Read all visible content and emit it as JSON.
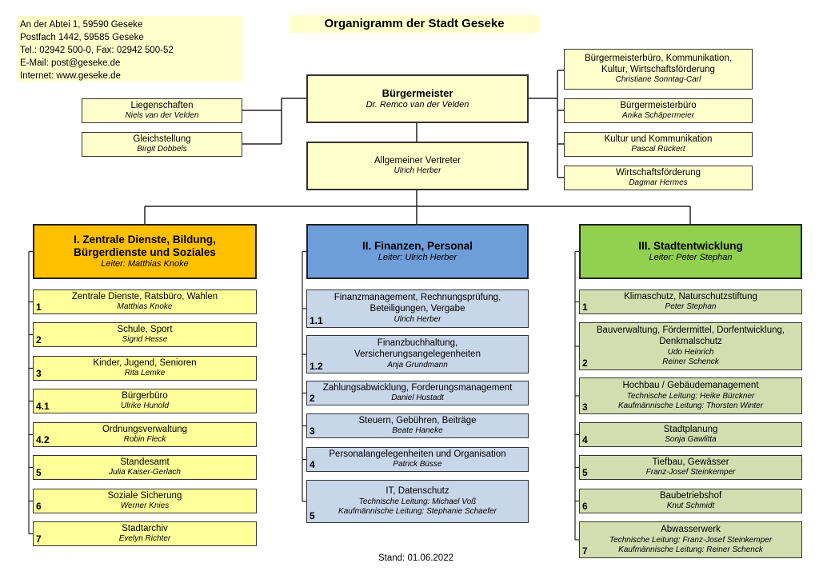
{
  "header": {
    "title": "Organigramm der Stadt Geseke",
    "address_lines": [
      "An der Abtei 1, 59590 Geseke",
      "Postfach 1442, 59585 Geseke",
      "Tel.: 02942 500-0, Fax: 02942 500-52",
      "E-Mail: post@geseke.de",
      "Internet: www.geseke.de"
    ]
  },
  "top": {
    "mayor": {
      "title": "Bürgermeister",
      "person": "Dr. Remco van der Velden"
    },
    "deputy": {
      "title": "Allgemeiner Vertreter",
      "person": "Ulrich Herber"
    },
    "left": [
      {
        "title": "Liegenschaften",
        "person": "Niels van der Velden"
      },
      {
        "title": "Gleichstellung",
        "person": "Birgit Dobbels"
      }
    ],
    "right_main": {
      "title_lines": [
        "Bürgermeisterbüro, Kommunikation,",
        "Kultur, Wirtschaftsförderung"
      ],
      "person": "Christiane Sonntag-Carl"
    },
    "right": [
      {
        "title": "Bürgermeisterbüro",
        "person": "Anika Schäpermeier"
      },
      {
        "title": "Kultur und Kommunikation",
        "person": "Pascal Rückert"
      },
      {
        "title": "Wirtschaftsförderung",
        "person": "Dagmar Hermes"
      }
    ]
  },
  "departments": [
    {
      "title_lines": [
        "I. Zentrale Dienste, Bildung,",
        "Bürgerdienste und Soziales"
      ],
      "leader": "Leiter: Matthias Knoke",
      "color": "#ffc000",
      "units": [
        {
          "num": "1",
          "title_lines": [
            "Zentrale Dienste, Ratsbüro, Wahlen"
          ],
          "persons": [
            "Matthias Knoke"
          ]
        },
        {
          "num": "2",
          "title_lines": [
            "Schule, Sport"
          ],
          "persons": [
            "Sigrid Hesse"
          ]
        },
        {
          "num": "3",
          "title_lines": [
            "Kinder, Jugend, Senioren"
          ],
          "persons": [
            "Rita Lemke"
          ]
        },
        {
          "num": "4.1",
          "title_lines": [
            "Bürgerbüro"
          ],
          "persons": [
            "Ulrike Hunold"
          ]
        },
        {
          "num": "4.2",
          "title_lines": [
            "Ordnungsverwaltung"
          ],
          "persons": [
            "Robin Fleck"
          ]
        },
        {
          "num": "5",
          "title_lines": [
            "Standesamt"
          ],
          "persons": [
            "Julia Kaiser-Gerlach"
          ]
        },
        {
          "num": "6",
          "title_lines": [
            "Soziale Sicherung"
          ],
          "persons": [
            "Werner Knies"
          ]
        },
        {
          "num": "7",
          "title_lines": [
            "Stadtarchiv"
          ],
          "persons": [
            "Evelyn Richter"
          ]
        }
      ]
    },
    {
      "title_lines": [
        "II. Finanzen, Personal"
      ],
      "leader": "Leiter: Ulrich Herber",
      "color": "#6d9eda",
      "units": [
        {
          "num": "1.1",
          "title_lines": [
            "Finanzmanagement, Rechnungsprüfung,",
            "Beteiligungen, Vergabe"
          ],
          "persons": [
            "Ulrich Herber"
          ]
        },
        {
          "num": "1.2",
          "title_lines": [
            "Finanzbuchhaltung,",
            "Versicherungsangelegenheiten"
          ],
          "persons": [
            "Anja Grundmann"
          ]
        },
        {
          "num": "2",
          "title_lines": [
            "Zahlungsabwicklung, Forderungsmanagement"
          ],
          "persons": [
            "Daniel Hustadt"
          ]
        },
        {
          "num": "3",
          "title_lines": [
            "Steuern, Gebühren, Beiträge"
          ],
          "persons": [
            "Beate Haneke"
          ]
        },
        {
          "num": "4",
          "title_lines": [
            "Personalangelegenheiten und Organisation"
          ],
          "persons": [
            "Patrick Büsse"
          ]
        },
        {
          "num": "5",
          "title_lines": [
            "IT, Datenschutz"
          ],
          "persons": [
            "Technische Leitung: Michael Voß",
            "Kaufmännische Leitung: Stephanie Schaefer"
          ]
        }
      ]
    },
    {
      "title_lines": [
        "III. Stadtentwicklung"
      ],
      "leader": "Leiter: Peter Stephan",
      "color": "#92d050",
      "units": [
        {
          "num": "1",
          "title_lines": [
            "Klimaschutz, Naturschutzstiftung"
          ],
          "persons": [
            "Peter Stephan"
          ]
        },
        {
          "num": "2",
          "title_lines": [
            "Bauverwaltung, Fördermittel, Dorfentwicklung,",
            "Denkmalschutz"
          ],
          "persons": [
            "Udo Heinrich",
            "Reiner Schenck"
          ]
        },
        {
          "num": "3",
          "title_lines": [
            "Hochbau / Gebäudemanagement"
          ],
          "persons": [
            "Technische Leitung: Heike Bürckner",
            "Kaufmännische Leitung: Thorsten Winter"
          ]
        },
        {
          "num": "4",
          "title_lines": [
            "Stadtplanung"
          ],
          "persons": [
            "Sonja Gawlitta"
          ]
        },
        {
          "num": "5",
          "title_lines": [
            "Tiefbau, Gewässer"
          ],
          "persons": [
            "Franz-Josef Steinkemper"
          ]
        },
        {
          "num": "6",
          "title_lines": [
            "Baubetriebshof"
          ],
          "persons": [
            "Knut Schmidt"
          ]
        },
        {
          "num": "7",
          "title_lines": [
            "Abwasserwerk"
          ],
          "persons": [
            "Technische Leitung: Franz-Josef Steinkemper",
            "Kaufmännische Leitung: Reiner Schenck"
          ]
        }
      ]
    }
  ],
  "footer": {
    "stand": "Stand: 01.06.2022"
  }
}
